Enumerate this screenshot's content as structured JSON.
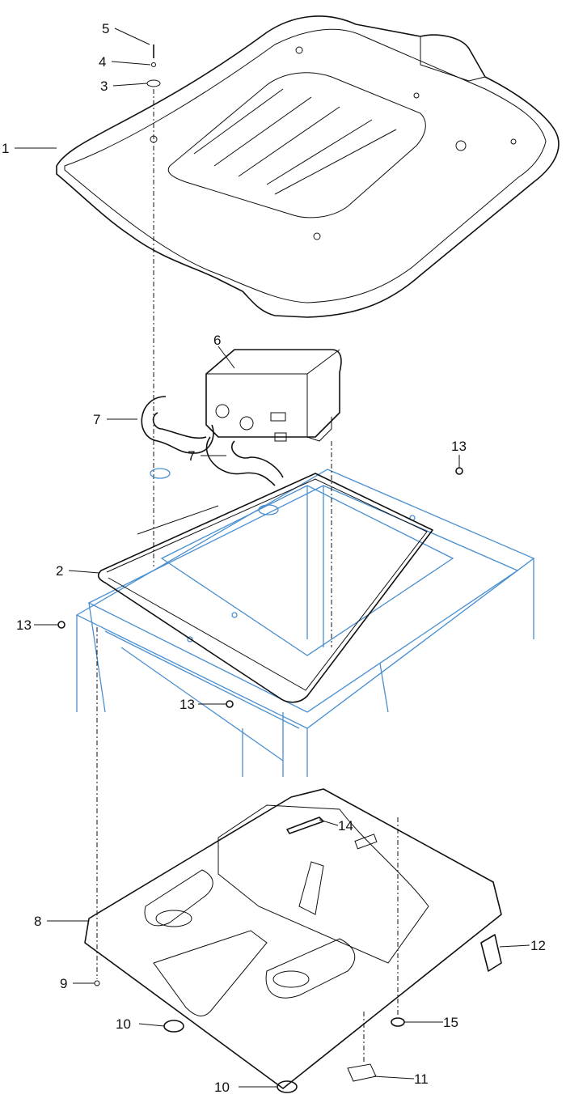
{
  "title": "Cab roof assembly exploded view",
  "callouts": {
    "c5": "5",
    "c4": "4",
    "c3": "3",
    "c1": "1",
    "c6": "6",
    "c7a": "7",
    "c7b": "7",
    "c13a": "13",
    "c2": "2",
    "c13b": "13",
    "c13c": "13",
    "c14": "14",
    "c8": "8",
    "c12": "12",
    "c9": "9",
    "c10a": "10",
    "c15": "15",
    "c11": "11",
    "c10b": "10"
  },
  "colors": {
    "frame": "#4a8fd0",
    "line": "#111111"
  }
}
